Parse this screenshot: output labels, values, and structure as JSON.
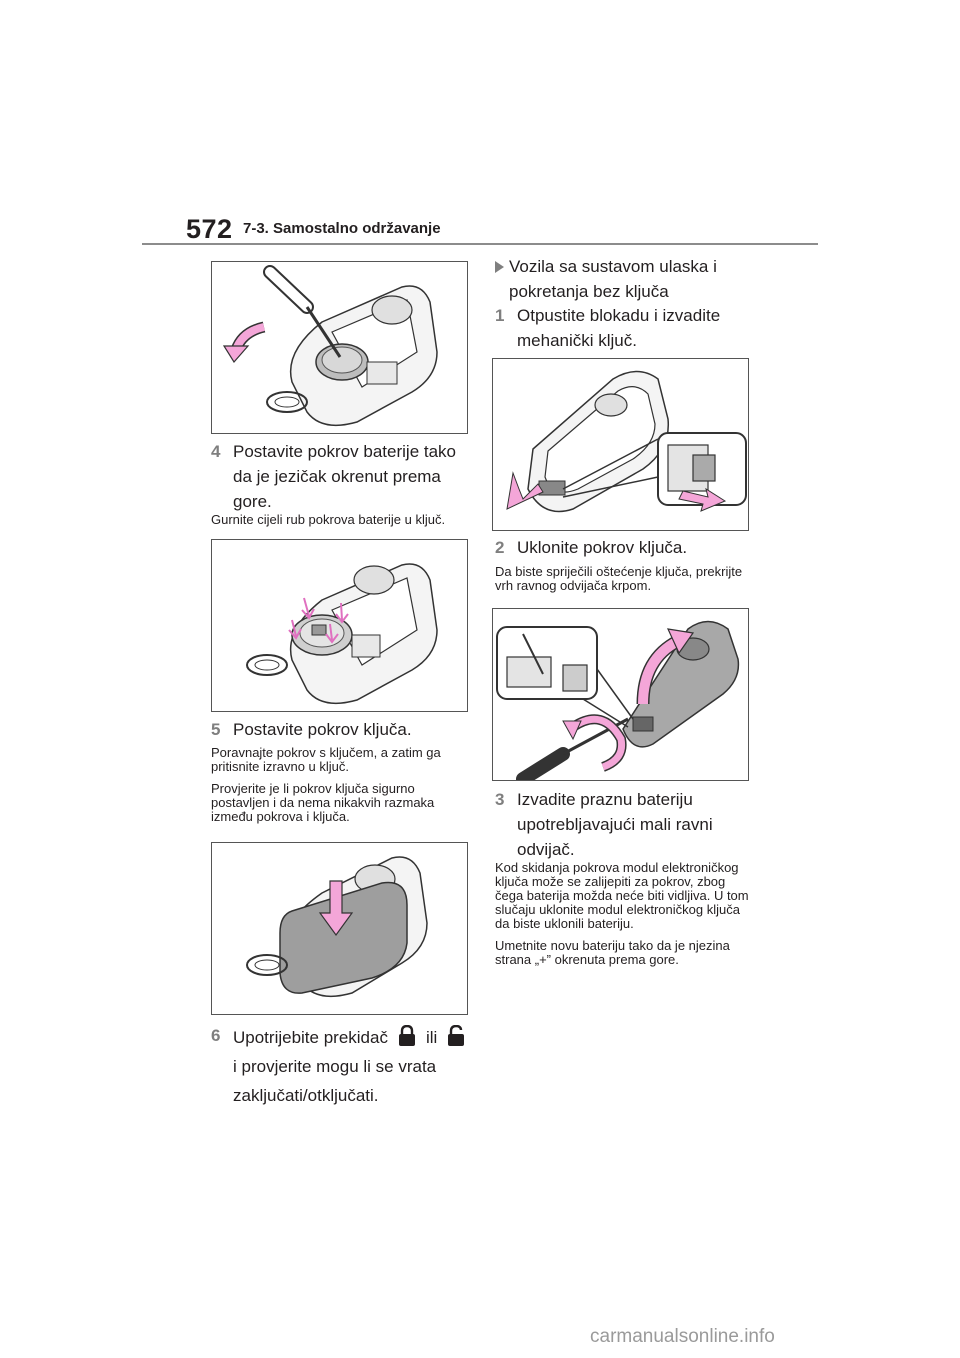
{
  "header": {
    "page_number": "572",
    "section_title": "7-3. Samostalno održavanje"
  },
  "left_column": {
    "step4": {
      "number": "4",
      "text": "Postavite pokrov baterije tako da je jezičak okrenut prema gore.",
      "note": "Gurnite cijeli rub pokrova baterije u ključ."
    },
    "step5": {
      "number": "5",
      "text": "Postavite pokrov ključa.",
      "notes": [
        "Poravnajte pokrov s ključem, a zatim ga pritisnite izravno u ključ.",
        "Provjerite je li pokrov ključa sigurno postavljen i da nema nikakvih razmaka između pokrova i ključa."
      ]
    },
    "step6": {
      "number": "6",
      "text_before": "Upotrijebite prekidač",
      "text_middle": "ili",
      "text_after": "i provjerite mogu li se vrata zaključati/otključati."
    }
  },
  "right_column": {
    "subheading": "Vozila sa sustavom ulaska i pokretanja bez ključa",
    "step1": {
      "number": "1",
      "text": "Otpustite blokadu i izvadite mehanički ključ."
    },
    "step2": {
      "number": "2",
      "text": "Uklonite pokrov ključa.",
      "note": "Da biste spriječili oštećenje ključa, prekrijte vrh ravnog odvijača krpom."
    },
    "step3": {
      "number": "3",
      "text": "Izvadite praznu bateriju upotrebljavajući mali ravni odvijač.",
      "notes": [
        "Kod skidanja pokrova modul elektroničkog ključa može se zalijepiti za pokrov, zbog čega baterija možda neće biti vidljiva. U tom slučaju uklonite modul elektroničkog ključa da biste uklonili bateriju.",
        "Umetnite novu bateriju tako da je njezina strana „+” okrenuta prema gore."
      ]
    }
  },
  "colors": {
    "accent_pink": "#f4a6d8",
    "step_number_gray": "#7f7f7f",
    "rule_gray": "#8c8c8c"
  },
  "icons": {
    "lock": "lock-icon",
    "unlock": "unlock-icon"
  },
  "footer": {
    "watermark": "carmanualsonline.info"
  }
}
